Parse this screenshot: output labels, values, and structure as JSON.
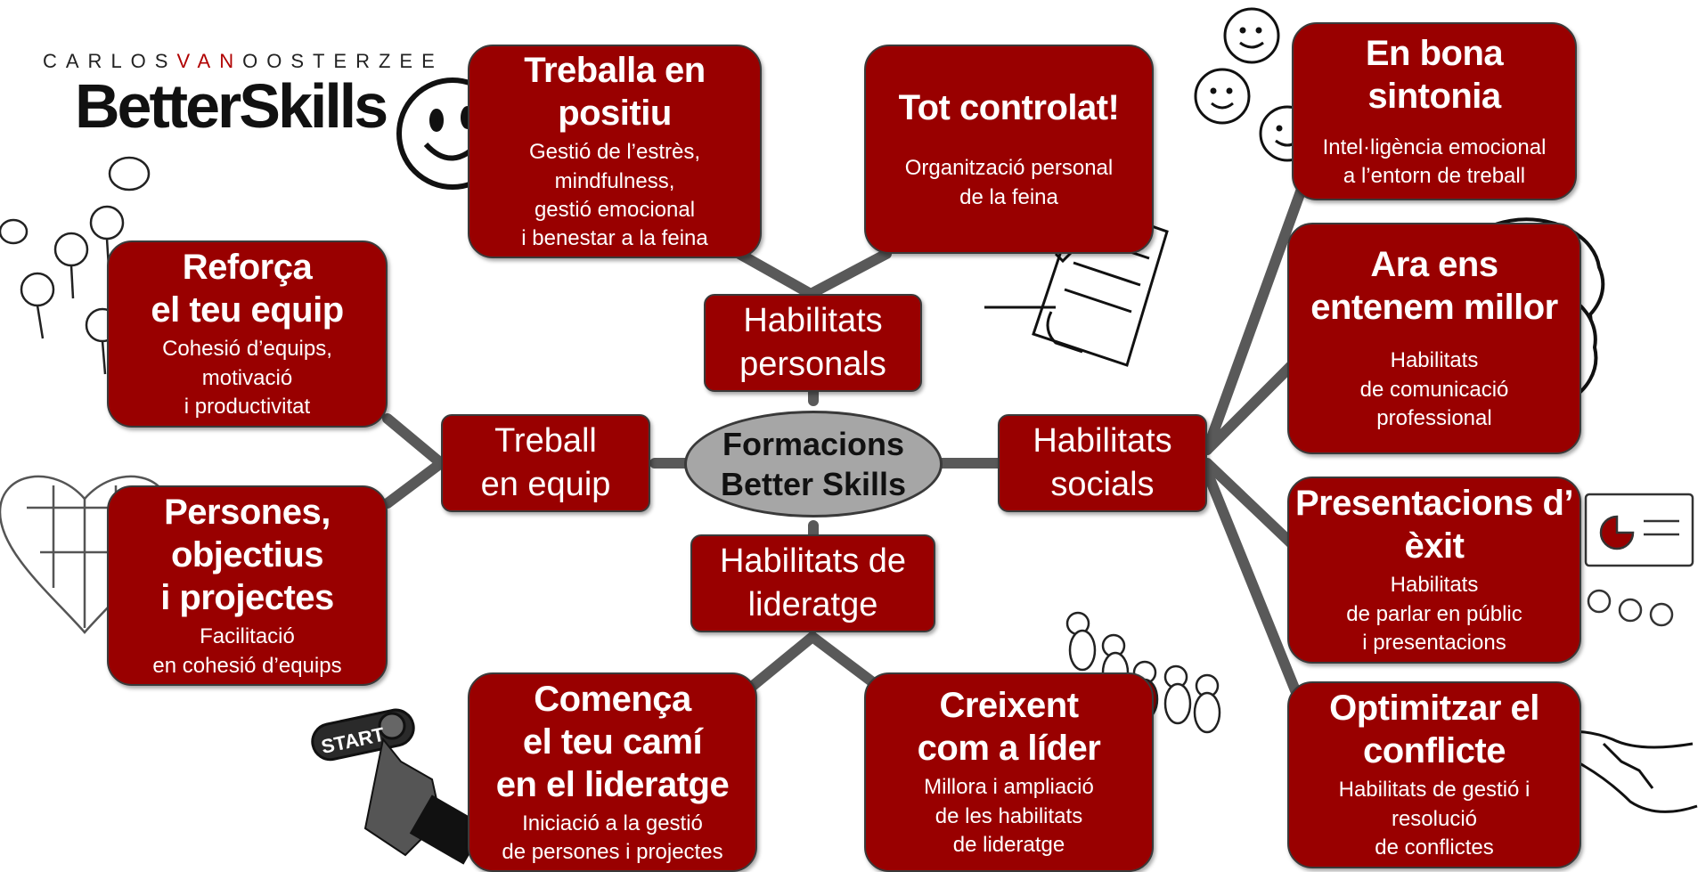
{
  "logo": {
    "name_part1": "CARLOS",
    "name_part2": "VAN",
    "name_part3": "OOSTERZEE",
    "brand": "BetterSkills"
  },
  "center": {
    "label": "Formacions\nBetter Skills"
  },
  "hubs": {
    "personal": "Habilitats\npersonals",
    "team": "Treball\nen equip",
    "social": "Habilitats\nsocials",
    "leadership": "Habilitats de\nlideratge"
  },
  "boxes": {
    "treballa_positiu": {
      "title": "Treballa en\npositiu",
      "desc": "Gestió de l’estrès,\nmindfulness,\ngestió emocional\ni benestar a la feina"
    },
    "tot_controlat": {
      "title": "Tot controlat!",
      "desc": "Organització personal\nde la feina"
    },
    "bona_sintonia": {
      "title": "En bona\nsintonia",
      "desc": "Intel·ligència emocional\na l’entorn de treball"
    },
    "ara_ens_entenem": {
      "title": "Ara ens\nentenem millor",
      "desc": "Habilitats\nde comunicació\nprofessional"
    },
    "presentacions": {
      "title": "Presentacions d’\nèxit",
      "desc": "Habilitats\nde parlar en públic\ni presentacions"
    },
    "optimitzar_conflicte": {
      "title": "Optimitzar el\nconflicte",
      "desc": "Habilitats de gestió i\nresolució\nde conflictes"
    },
    "reforca_equip": {
      "title": "Reforça\nel teu equip",
      "desc": "Cohesió d’equips,\nmotivació\ni productivitat"
    },
    "persones_objectius": {
      "title": "Persones,\nobjectius\ni projectes",
      "desc": "Facilitació\nen cohesió d’equips"
    },
    "comenca_cami": {
      "title": "Comença\nel teu camí\nen el lideratge",
      "desc": "Iniciació a la gestió\nde persones i projectes"
    },
    "creixent_lider": {
      "title": "Creixent\ncom a líder",
      "desc": "Millora i ampliació\nde les habilitats\nde lideratge"
    }
  },
  "illustrations": {
    "start_button_label": "START"
  },
  "colors": {
    "box_fill": "#990000",
    "center_fill": "#a6a6a6",
    "connector": "#595959"
  }
}
